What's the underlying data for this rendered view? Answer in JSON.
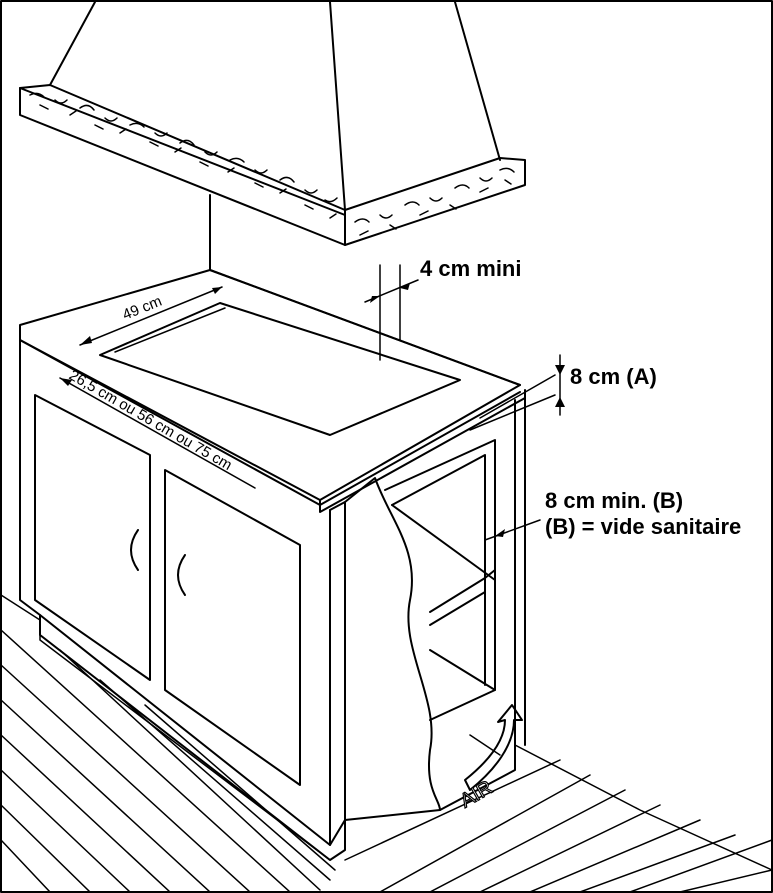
{
  "labels": {
    "hood_gap": "4 cm mini",
    "top_clearance": "8 cm (A)",
    "side_clearance": "8 cm min. (B)",
    "side_clearance_note": "(B) = vide sanitaire",
    "depth": "49 cm",
    "width": "26,5 cm ou 56 cm ou 75 cm",
    "air": "AIR"
  }
}
